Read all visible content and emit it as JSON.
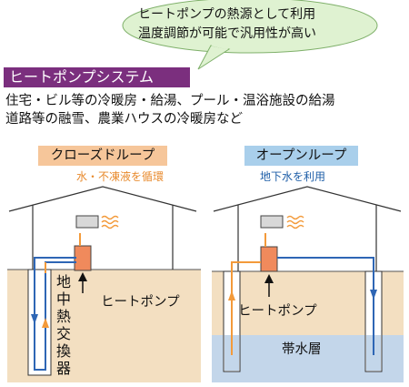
{
  "callout": {
    "line1": "ヒートポンプの熱源として利用",
    "line2": "温度調節が可能で汎用性が高い"
  },
  "system": {
    "title": "ヒートポンプシステム",
    "uses_line1": "住宅・ビル等の冷暖房・給湯、プール・温浴施設の給湯",
    "uses_line2": "道路等の融雪、農業ハウスの冷暖房など"
  },
  "closed_loop": {
    "title": "クローズドループ",
    "subtitle": "水・不凍液を循環",
    "heat_pump_label": "ヒートポンプ",
    "exchanger_label": "地中熱交換器"
  },
  "open_loop": {
    "title": "オープンループ",
    "subtitle": "地下水を利用",
    "heat_pump_label": "ヒートポンプ",
    "aquifer_label": "帯水層"
  },
  "colors": {
    "panel": "#e3d0e9",
    "title_bar": "#7b2f7e",
    "closed_title_bg": "#f6c69a",
    "open_title_bg": "#a9cfeb",
    "ground": "#f3dfc1",
    "aquifer": "#c3d6ea",
    "heat_pump": "#f08a5c",
    "warm_flow": "#f39a3a",
    "cold_flow": "#2e66b5"
  },
  "icons": [
    "callout-bubble",
    "house-icon",
    "outdoor-unit-icon",
    "heat-wave-icon",
    "heat-pump-icon",
    "pointer-arrow-icon",
    "flow-arrow-icon"
  ]
}
